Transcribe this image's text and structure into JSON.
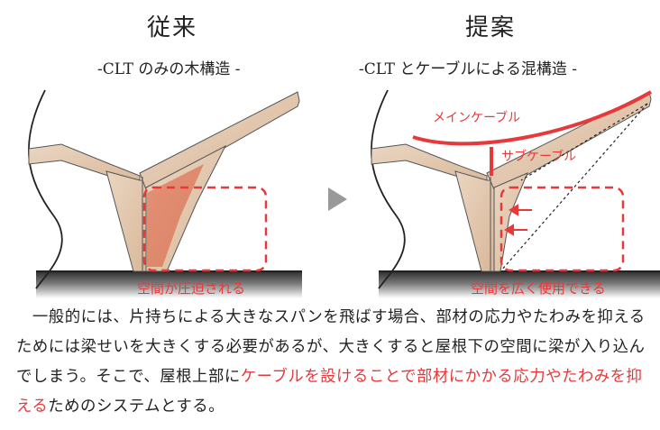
{
  "left": {
    "title": "従来",
    "subtitle": "-CLT のみの木構造 -",
    "caption": "空間が圧迫される"
  },
  "right": {
    "title": "提案",
    "subtitle": "-CLT とケーブルによる混構造 -",
    "caption": "空間を広く使用できる",
    "main_cable_label": "メインケーブル",
    "sub_cable_label": "サブケーブル"
  },
  "description": {
    "part1": "一般的には、片持ちによる大きなスパンを飛ばす場合、部材の応力やたわみを抑えるためには梁せいを大きくする必要があるが、大きくすると屋根下の空間に梁が入り込んでしまう。そこで、屋根上部に",
    "highlight": "ケーブルを設けることで部材にかかる応力やたわみを抑える",
    "part2": "ためのシステムとする。"
  },
  "colors": {
    "accent": "#e8393a",
    "wood": "#e6cdb5",
    "ground": "#333333"
  }
}
